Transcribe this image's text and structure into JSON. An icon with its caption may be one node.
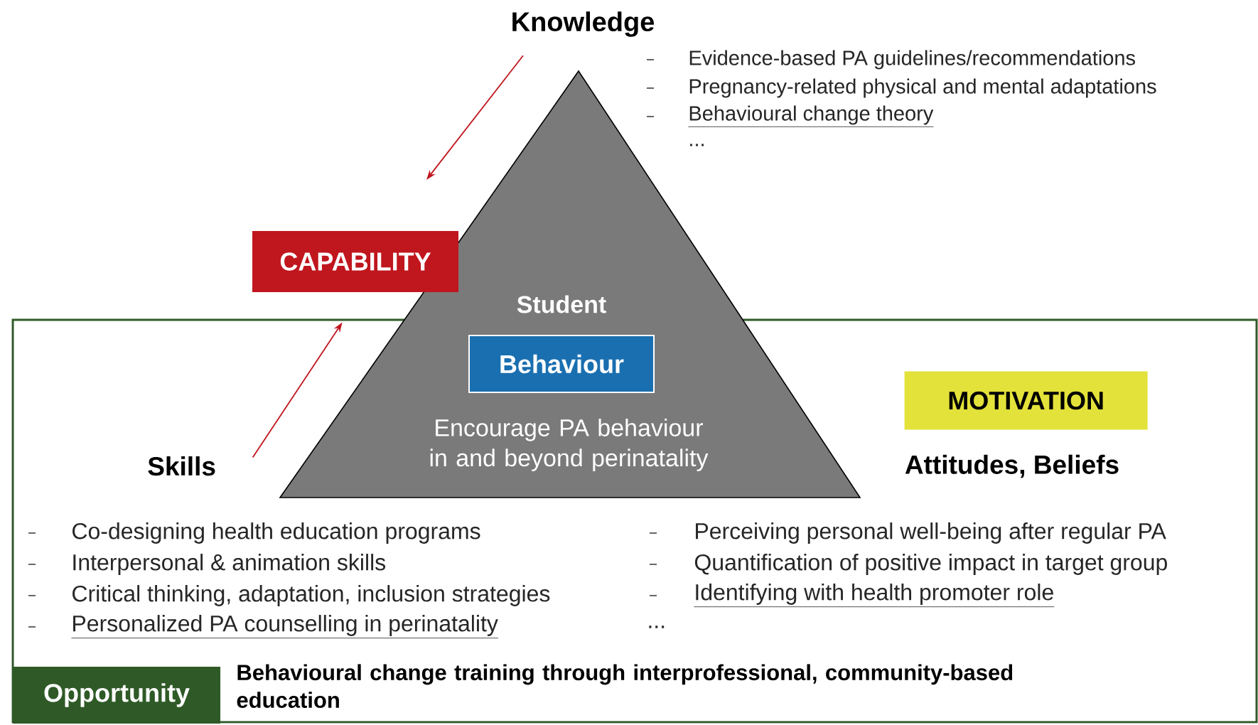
{
  "diagram": {
    "nodes": [
      {
        "text": [
          "Opportunity",
          "Behavioural change training through interprofessional, community-based education"
        ]
      },
      {
        "text": [
          "Student",
          "Encourage PA behaviour in and beyond perinatality"
        ]
      },
      {
        "text": [
          "Behaviour"
        ]
      },
      {
        "text": [
          "CAPABILITY"
        ]
      },
      {
        "text": [
          "MOTIVATION"
        ],
        "in": 0
      },
      {
        "text": [
          "Knowledge"
        ]
      },
      {
        "text": [
          "Skills"
        ],
        "in": 0
      }
    ],
    "edges": [
      {
        "from": 5,
        "to": 3,
        "arrow": "to"
      },
      {
        "from": 6,
        "to": null,
        "arrow": "to"
      }
    ],
    "labels": [
      "Evidence-based PA guidelines/recommendations",
      "Pregnancy-related physical and mental adaptations",
      "Behavioural change theory",
      "...",
      "Attitudes, Beliefs",
      "Co-designing health education programs",
      "Interpersonal & animation skills",
      "Critical thinking, adaptation, inclusion strategies",
      "Personalized PA counselling in perinatality",
      "Perceiving personal well-being after regular PA",
      "Quantification of positive impact in target group",
      "Identifying with health promoter role",
      "..."
    ]
  }
}
